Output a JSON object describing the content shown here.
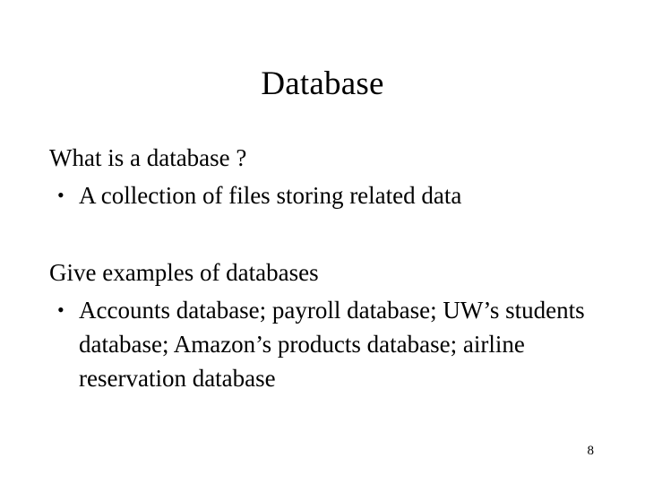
{
  "slide": {
    "title": "Database",
    "page_number": "8",
    "background_color": "#ffffff",
    "text_color": "#000000",
    "blocks": [
      {
        "lead": "What is a database ?",
        "bullets": [
          {
            "marker": "•",
            "text": "A collection of files storing related data"
          }
        ]
      },
      {
        "lead": "Give examples of databases",
        "bullets": [
          {
            "marker": "•",
            "text": "Accounts database; payroll database; UW’s students database; Amazon’s products database; airline reservation database"
          }
        ]
      }
    ]
  }
}
